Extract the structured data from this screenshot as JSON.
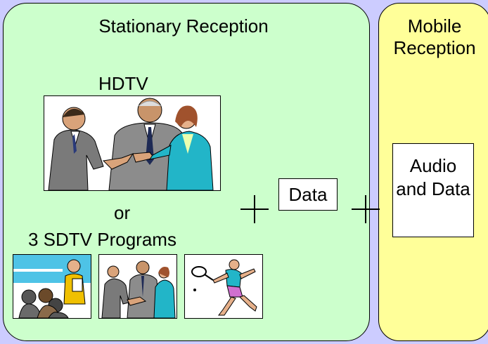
{
  "stationary": {
    "title": "Stationary Reception",
    "hdtv_label": "HDTV",
    "or_label": "or",
    "sdtv_label": "3 SDTV Programs"
  },
  "center": {
    "plus_symbol": "+",
    "data_label": "Data"
  },
  "mobile": {
    "title": "Mobile Reception",
    "box_label": "Audio and Data"
  },
  "colors": {
    "background": "#ccccff",
    "stationary_panel": "#ccffcc",
    "mobile_panel": "#ffff99"
  },
  "icons": [
    "handshake-clipart",
    "meeting-clipart",
    "tennis-player-clipart"
  ]
}
